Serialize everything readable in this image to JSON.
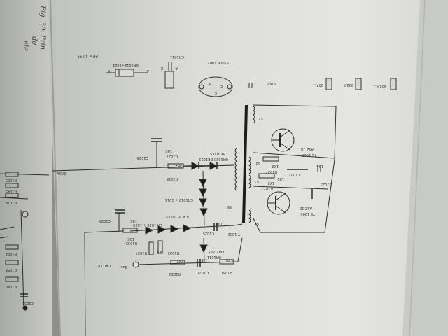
{
  "page": {
    "edge_text": [
      "Fig. 30. Prin",
      "de",
      "ele"
    ]
  },
  "legend": {
    "pem": "PEM 1235",
    "rectifier_pair": "GR1012÷1021",
    "rectifier_single": "GR1011",
    "anode_mark": "A",
    "cathode_mark": "K",
    "transistor_types": "TS1006,1007",
    "pin_b": "B",
    "pin_e": "E",
    "pin_c": "C",
    "capacitor_series": "506/L",
    "pot_a": "907/...",
    "pot_b": "902/P",
    "pot_c": "902/K..."
  },
  "schematic": {
    "rail_label": "-900V",
    "transformer": "T 1002",
    "windings": [
      "S2",
      "S3",
      "S3",
      "S5",
      "S1"
    ],
    "ts1007": "TS 1007",
    "ts1007_type": "ASZ 18",
    "ts1006": "TS 1006",
    "ts1006_type": "ASZ 18",
    "r1037": "R1037",
    "r1037_val": "1K2",
    "r1022": "R1022",
    "r1022_val": "1K2",
    "l1001": "L1001",
    "c1023": "C1023",
    "c_top_val": "10n",
    "c_mid_val": "100",
    "gr_pair": "GR1020 GR1021",
    "gr_pair_type": "BY 100 S",
    "c1027": "C1027",
    "c1027_val": "10K",
    "c1028": "C1028",
    "r1038": "R1038",
    "r1038_val": "5K2",
    "gr_chain": "GR1012 ÷ 1015",
    "gr_chain_type": "8 × BY 100 S",
    "gr_chain2": "GR 1016 ÷ 1019",
    "c1036": "C1036",
    "c1036_val": "10K",
    "r1035": "R1035",
    "r1035_val": "10K",
    "c1025": "C1025",
    "c1025_val": "10n",
    "r1034": "R1034",
    "r1023": "R1023",
    "r1023_val": "2K5",
    "gr1011": "GR1011",
    "gr1011_type": "OAZ 203",
    "r1032": "R1032",
    "r1032_val": "2K2",
    "c1021": "C1021",
    "c1021_val": "1M",
    "r1031": "R1031",
    "r1031_val": "4.7K",
    "cal": "CAL 1V",
    "bus": "Bus",
    "left_labels": [
      "R1055",
      "R1045",
      "R1014",
      "R1062",
      "R1058",
      "R1040",
      "C1031"
    ]
  }
}
